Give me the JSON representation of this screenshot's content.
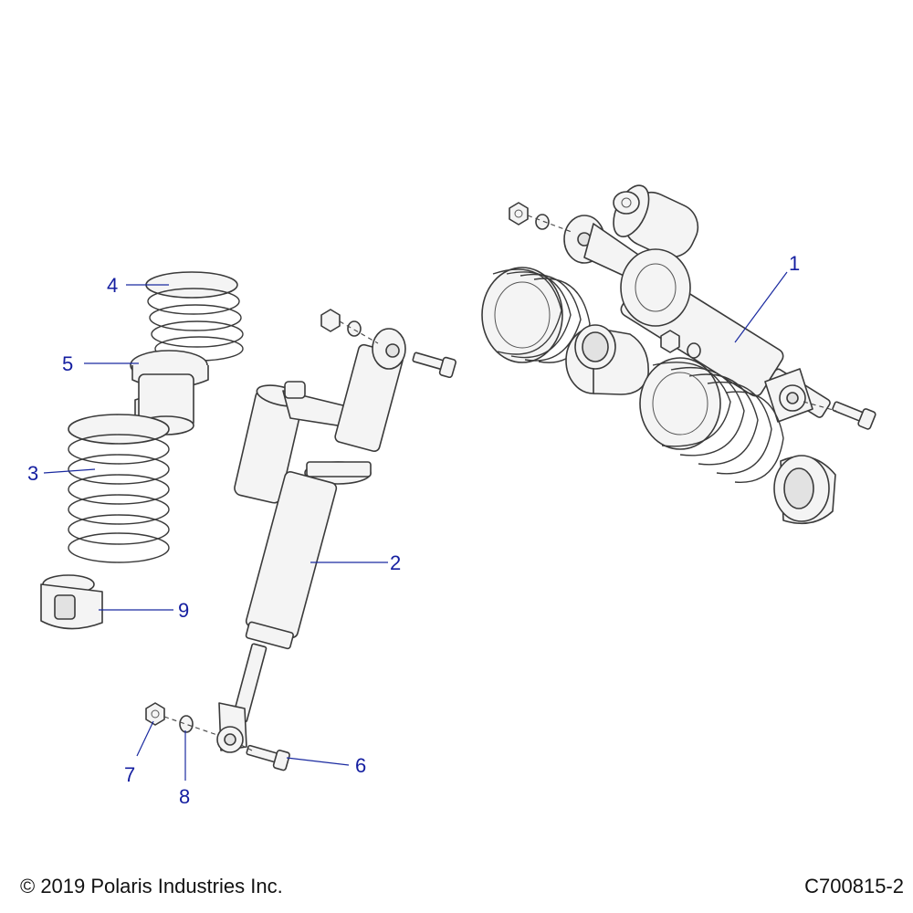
{
  "callouts": [
    {
      "label": "1"
    },
    {
      "label": "2"
    },
    {
      "label": "3"
    },
    {
      "label": "4"
    },
    {
      "label": "5"
    },
    {
      "label": "6"
    },
    {
      "label": "7"
    },
    {
      "label": "8"
    },
    {
      "label": "9"
    }
  ],
  "footer": {
    "copyright": "© 2019 Polaris Industries Inc.",
    "part_code": "C700815-2"
  },
  "colors": {
    "callout_text": "#141ea0",
    "line_art": "#3a3a3a",
    "background": "#ffffff"
  }
}
